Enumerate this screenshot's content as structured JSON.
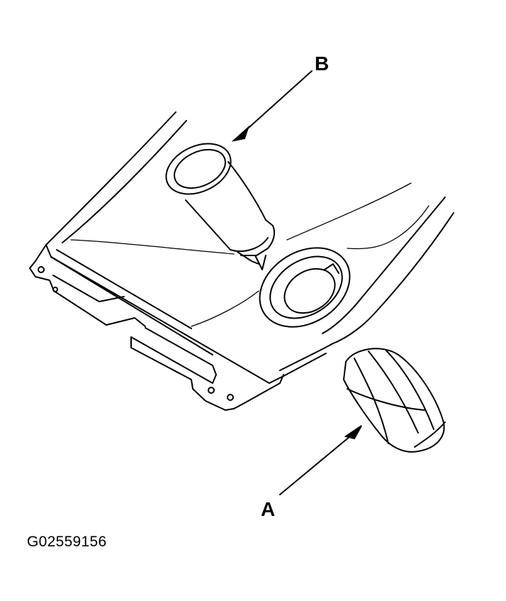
{
  "callouts": {
    "a": "A",
    "b": "B"
  },
  "figure_id": "G02559156",
  "colors": {
    "line": "#000000",
    "background": "#ffffff"
  }
}
